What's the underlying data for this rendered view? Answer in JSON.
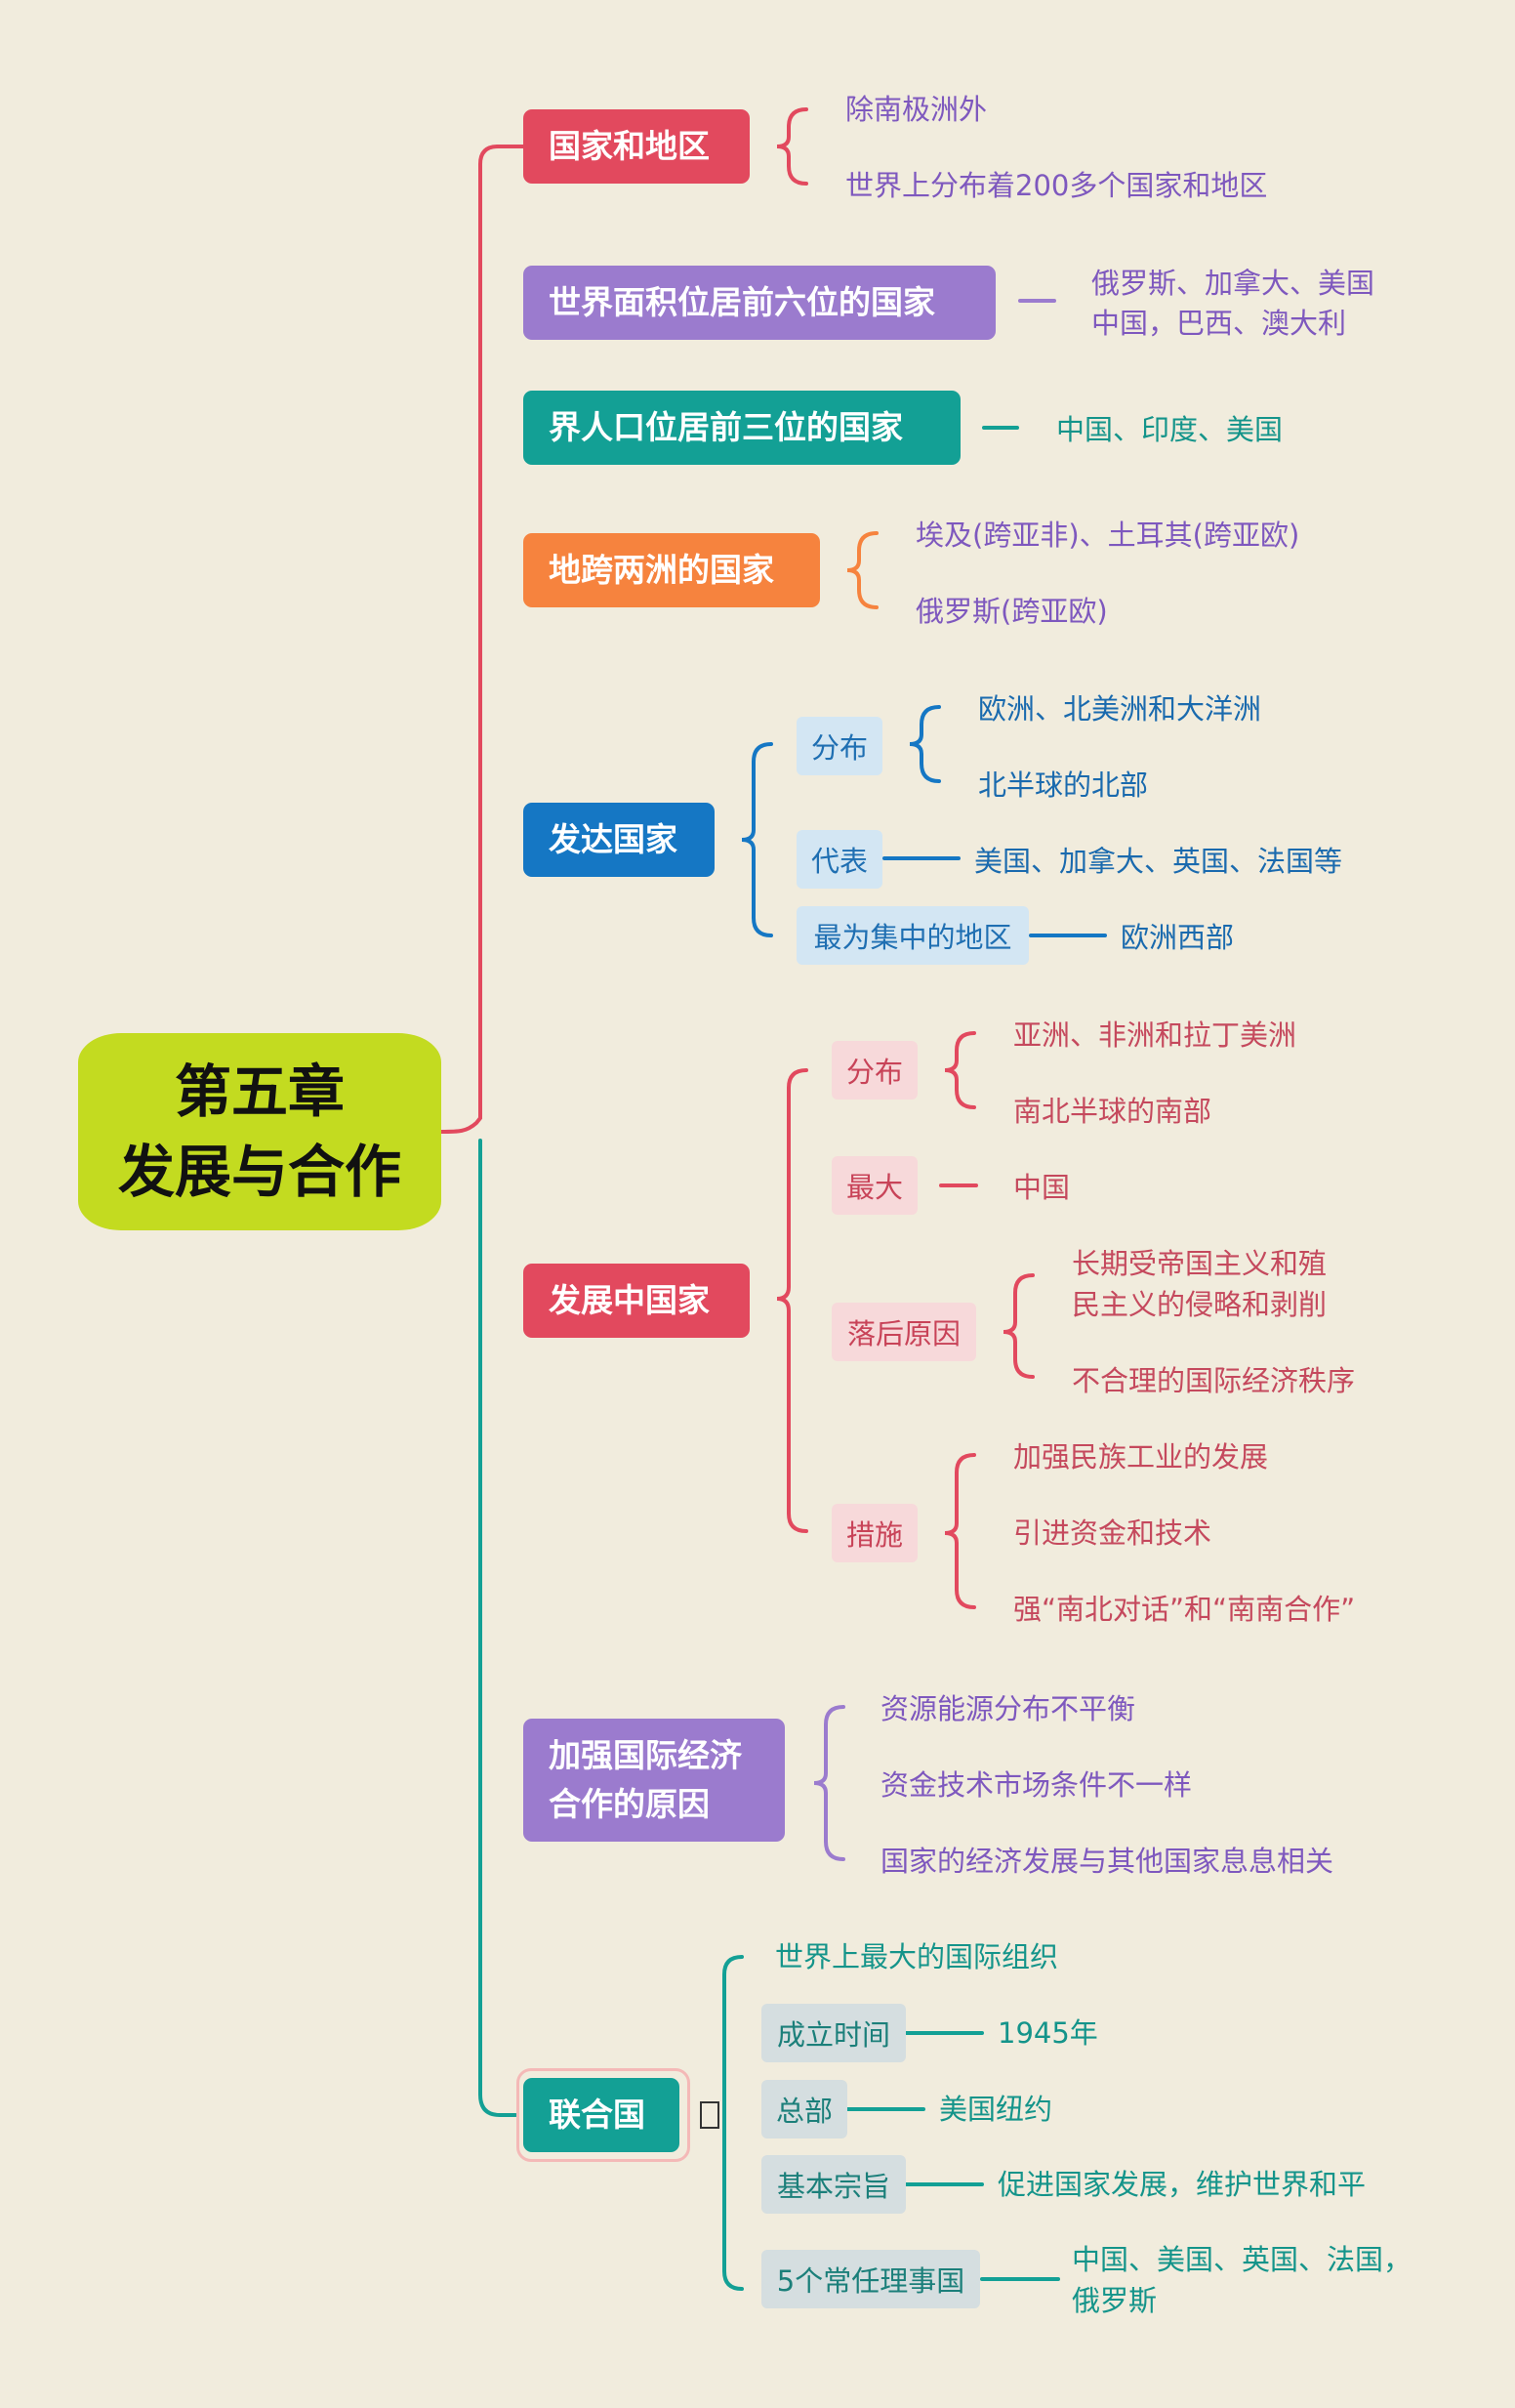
{
  "title": {
    "line1": "第五章",
    "line2": "发展与合作"
  },
  "colors": {
    "background": "#F1ECDD",
    "title_bg": "#C3DB20",
    "red": "#E2495E",
    "purple": "#9B7BCE",
    "teal": "#13A095",
    "orange": "#F6833E",
    "blue": "#1577C4"
  },
  "branches": {
    "regions": {
      "label": "国家和地区",
      "items": [
        "除南极洲外",
        "世界上分布着200多个国家和地区"
      ]
    },
    "top_area": {
      "label": "世界面积位居前六位的国家",
      "line1": "俄罗斯、加拿大、美国",
      "line2": "中国，巴西、澳大利"
    },
    "top_population": {
      "label": "界人口位居前三位的国家",
      "value": "中国、印度、美国"
    },
    "two_continents": {
      "label": "地跨两洲的国家",
      "items": [
        "埃及(跨亚非)、土耳其(跨亚欧)",
        "俄罗斯(跨亚欧)"
      ]
    },
    "developed": {
      "label": "发达国家",
      "distribution": {
        "label": "分布",
        "items": [
          "欧洲、北美洲和大洋洲",
          "北半球的北部"
        ]
      },
      "representative": {
        "label": "代表",
        "value": "美国、加拿大、英国、法国等"
      },
      "concentrated": {
        "label": "最为集中的地区",
        "value": "欧洲西部"
      }
    },
    "developing": {
      "label": "发展中国家",
      "distribution": {
        "label": "分布",
        "items": [
          "亚洲、非洲和拉丁美洲",
          "南北半球的南部"
        ]
      },
      "largest": {
        "label": "最大",
        "value": "中国"
      },
      "causes": {
        "label": "落后原因",
        "line1": "长期受帝国主义和殖",
        "line2": "民主义的侵略和剥削",
        "item2": "不合理的国际经济秩序"
      },
      "measures": {
        "label": "措施",
        "items": [
          "加强民族工业的发展",
          "引进资金和技术",
          "强“南北对话”和“南南合作”"
        ]
      }
    },
    "cooperation": {
      "label_line1": "加强国际经济",
      "label_line2": "合作的原因",
      "items": [
        "资源能源分布不平衡",
        "资金技术市场条件不一样",
        "国家的经济发展与其他国家息息相关"
      ]
    },
    "un": {
      "label": "联合国",
      "fact": "世界上最大的国际组织",
      "founded": {
        "label": "成立时间",
        "value": "1945年"
      },
      "hq": {
        "label": "总部",
        "value": "美国纽约"
      },
      "purpose": {
        "label": "基本宗旨",
        "value": "促进国家发展，维护世界和平"
      },
      "council": {
        "label": "5个常任理事国",
        "line1": "中国、美国、英国、法国，",
        "line2": "俄罗斯"
      }
    }
  }
}
